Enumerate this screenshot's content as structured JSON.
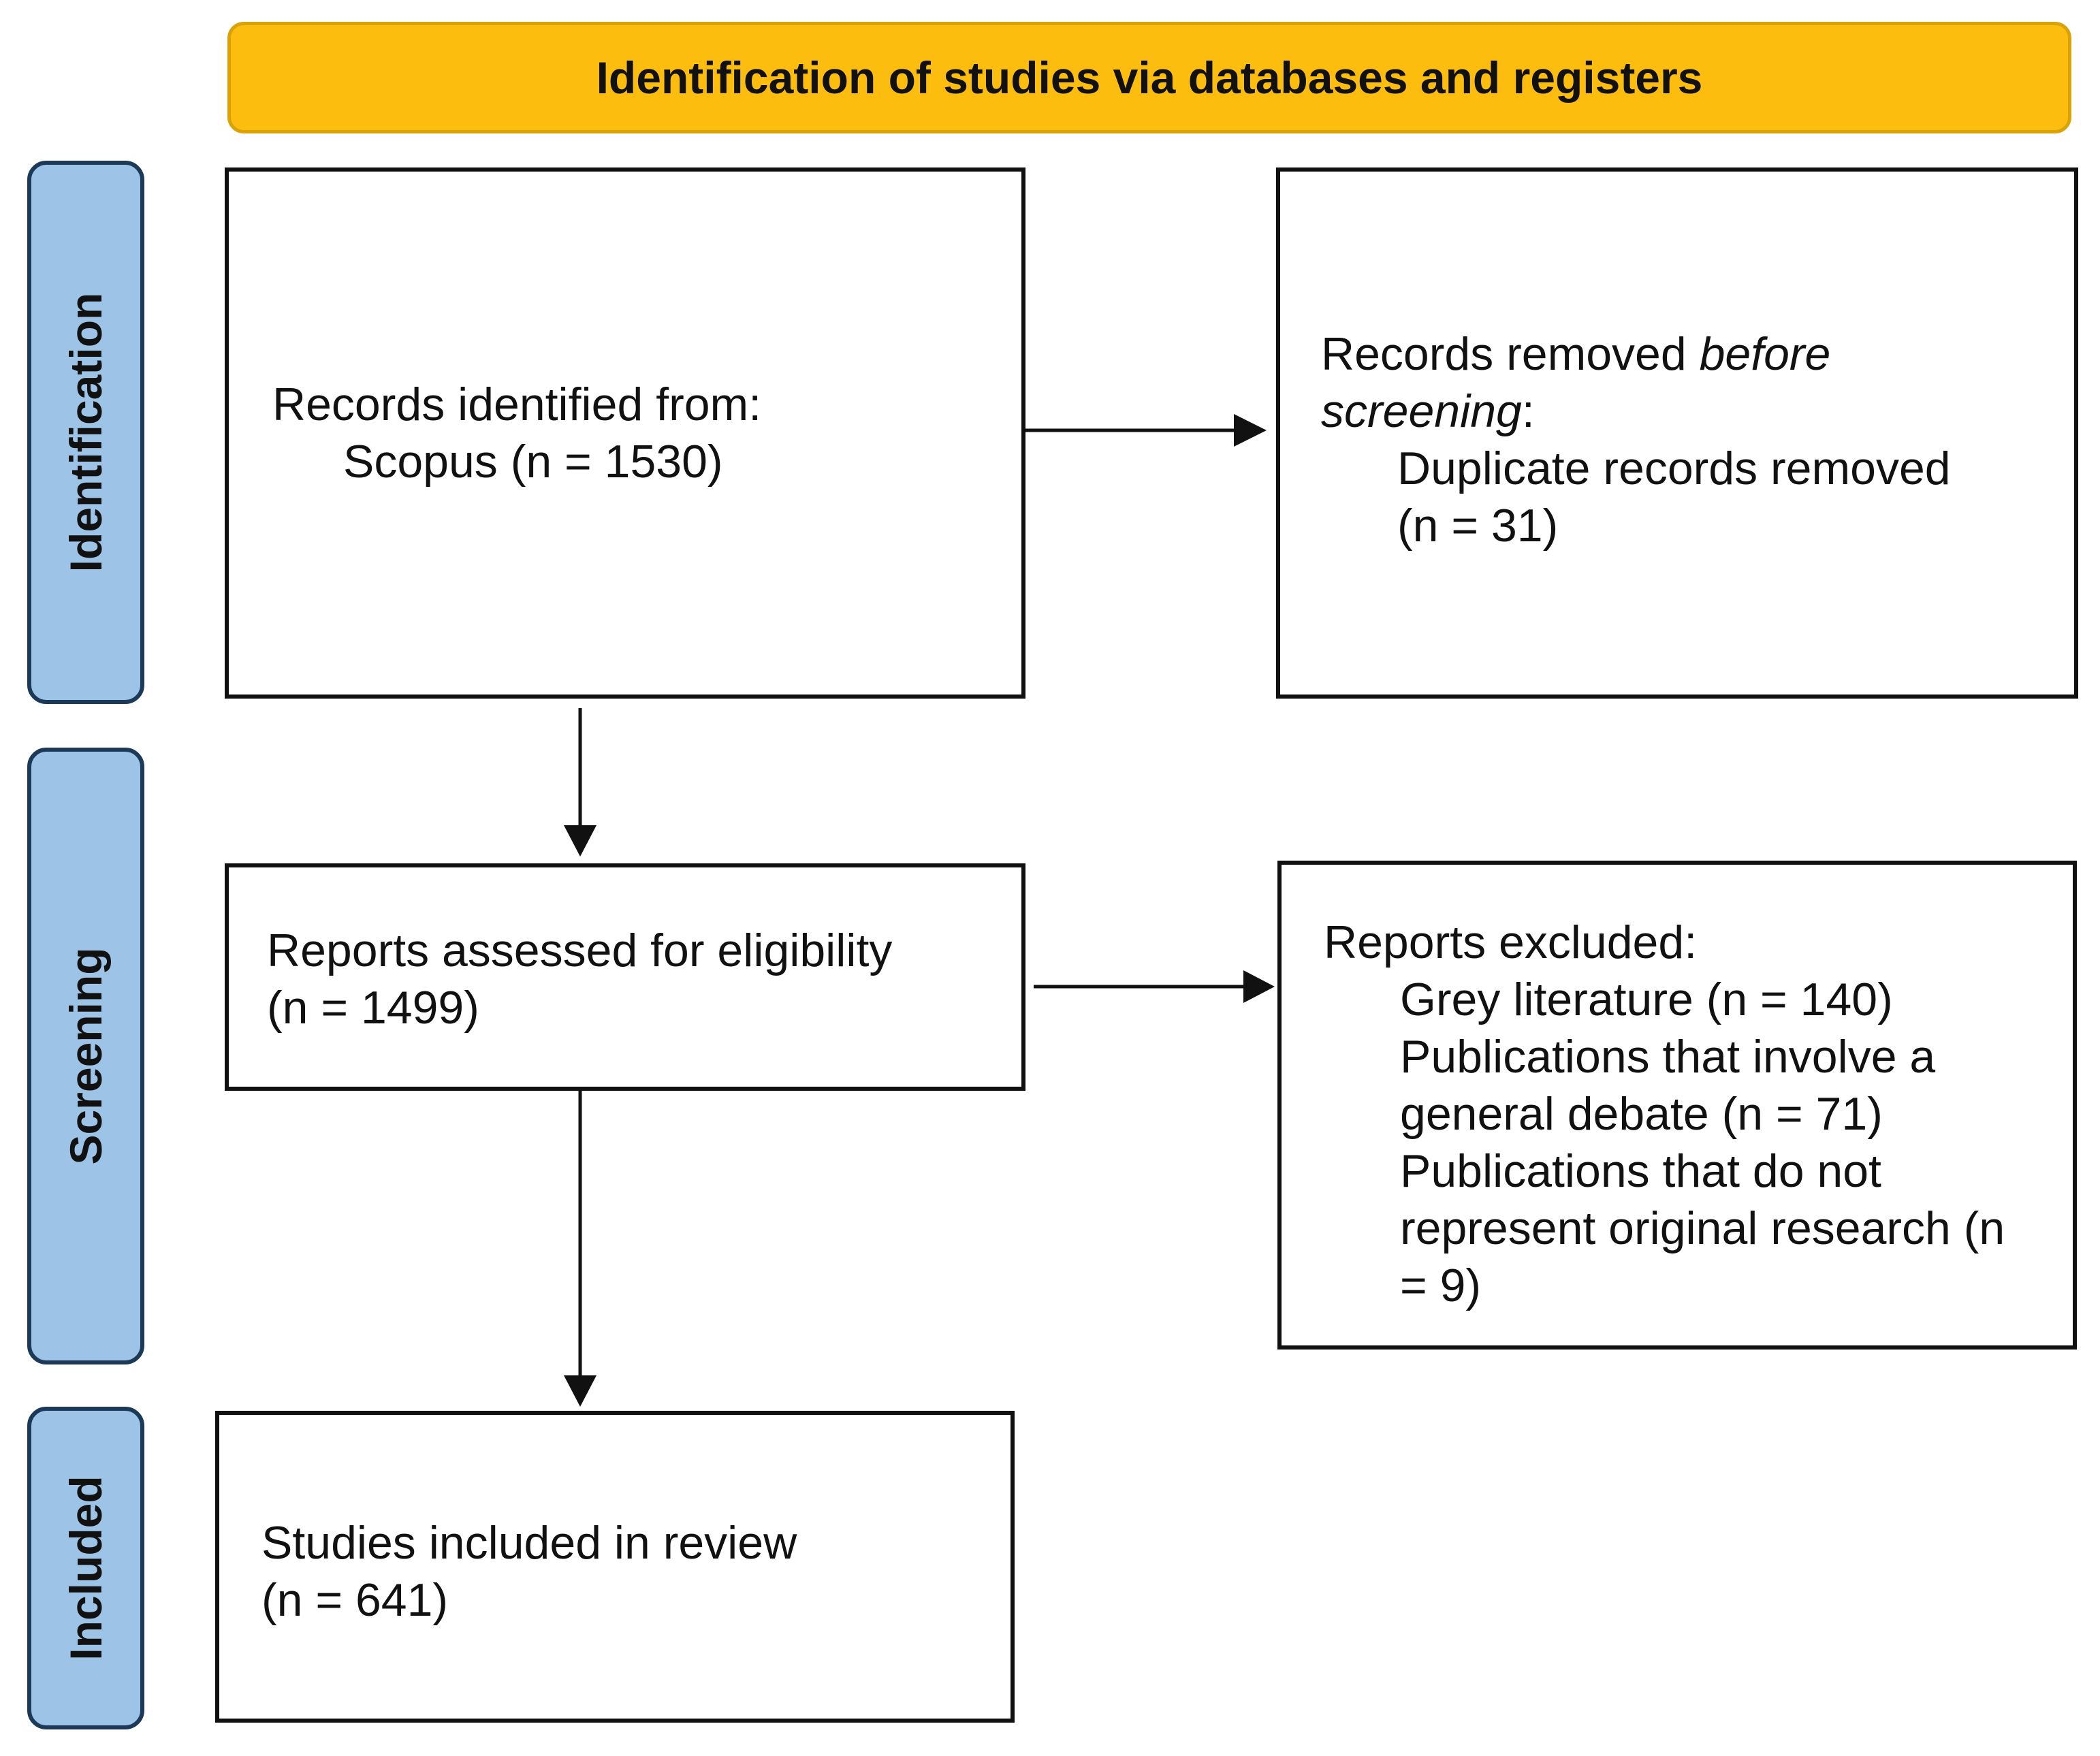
{
  "header": {
    "title": "Identification of studies via databases and registers"
  },
  "phases": {
    "identification": "Identification",
    "screening": "Screening",
    "included": "Included"
  },
  "boxes": {
    "records_identified": {
      "line1": "Records identified from:",
      "line2": "Scopus (n = 1530)"
    },
    "records_removed": {
      "line1_pre": "Records removed ",
      "line1_italic": "before",
      "line2_italic": "screening",
      "line2_post": ":",
      "line3": "Duplicate records removed",
      "line4": "(n = 31)"
    },
    "reports_assessed": {
      "line1": "Reports assessed for eligibility",
      "line2": "(n = 1499)"
    },
    "reports_excluded": {
      "line1": "Reports excluded:",
      "line2": "Grey literature (n = 140)",
      "line3": "Publications that involve a",
      "line4": "general debate (n = 71)",
      "line5": "Publications that do not",
      "line6": "represent original research (n",
      "line7": "= 9)"
    },
    "studies_included": {
      "line1": "Studies included in review",
      "line2": "(n = 641)"
    }
  },
  "colors": {
    "header_fill": "#fdbd0f",
    "phase_fill": "#9dc3e6",
    "phase_border": "#1c3a58",
    "line": "#111111"
  }
}
